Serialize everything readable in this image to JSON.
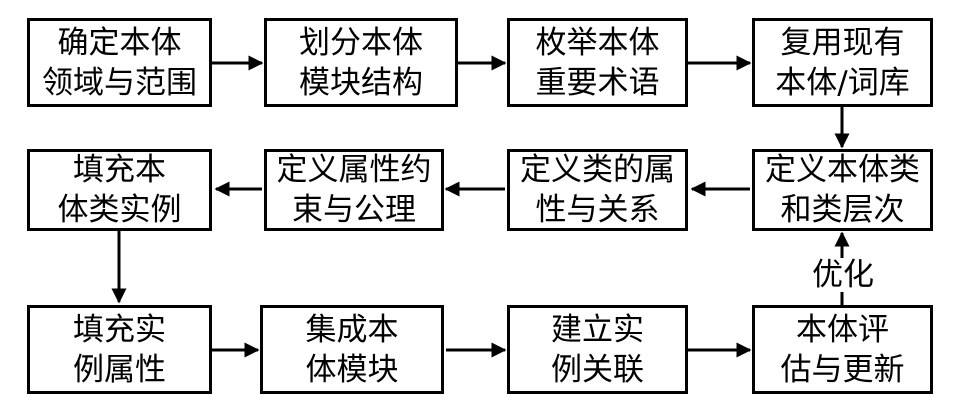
{
  "steps": [
    {
      "line1": "确定本体",
      "line2": "领域与范围"
    },
    {
      "line1": "划分本体",
      "line2": "模块结构"
    },
    {
      "line1": "枚举本体",
      "line2": "重要术语"
    },
    {
      "line1": "复用现有",
      "line2": "本体/词库"
    },
    {
      "line1": "定义本体类",
      "line2": "和类层次"
    },
    {
      "line1": "定义类的属",
      "line2": "性与关系"
    },
    {
      "line1": "定义属性约",
      "line2": "束与公理"
    },
    {
      "line1": "填充本",
      "line2": "体类实例"
    },
    {
      "line1": "填充实",
      "line2": "例属性"
    },
    {
      "line1": "集成本",
      "line2": "体模块"
    },
    {
      "line1": "建立实",
      "line2": "例关联"
    },
    {
      "line1": "本体评",
      "line2": "估与更新"
    }
  ],
  "feedback_label": "优化"
}
